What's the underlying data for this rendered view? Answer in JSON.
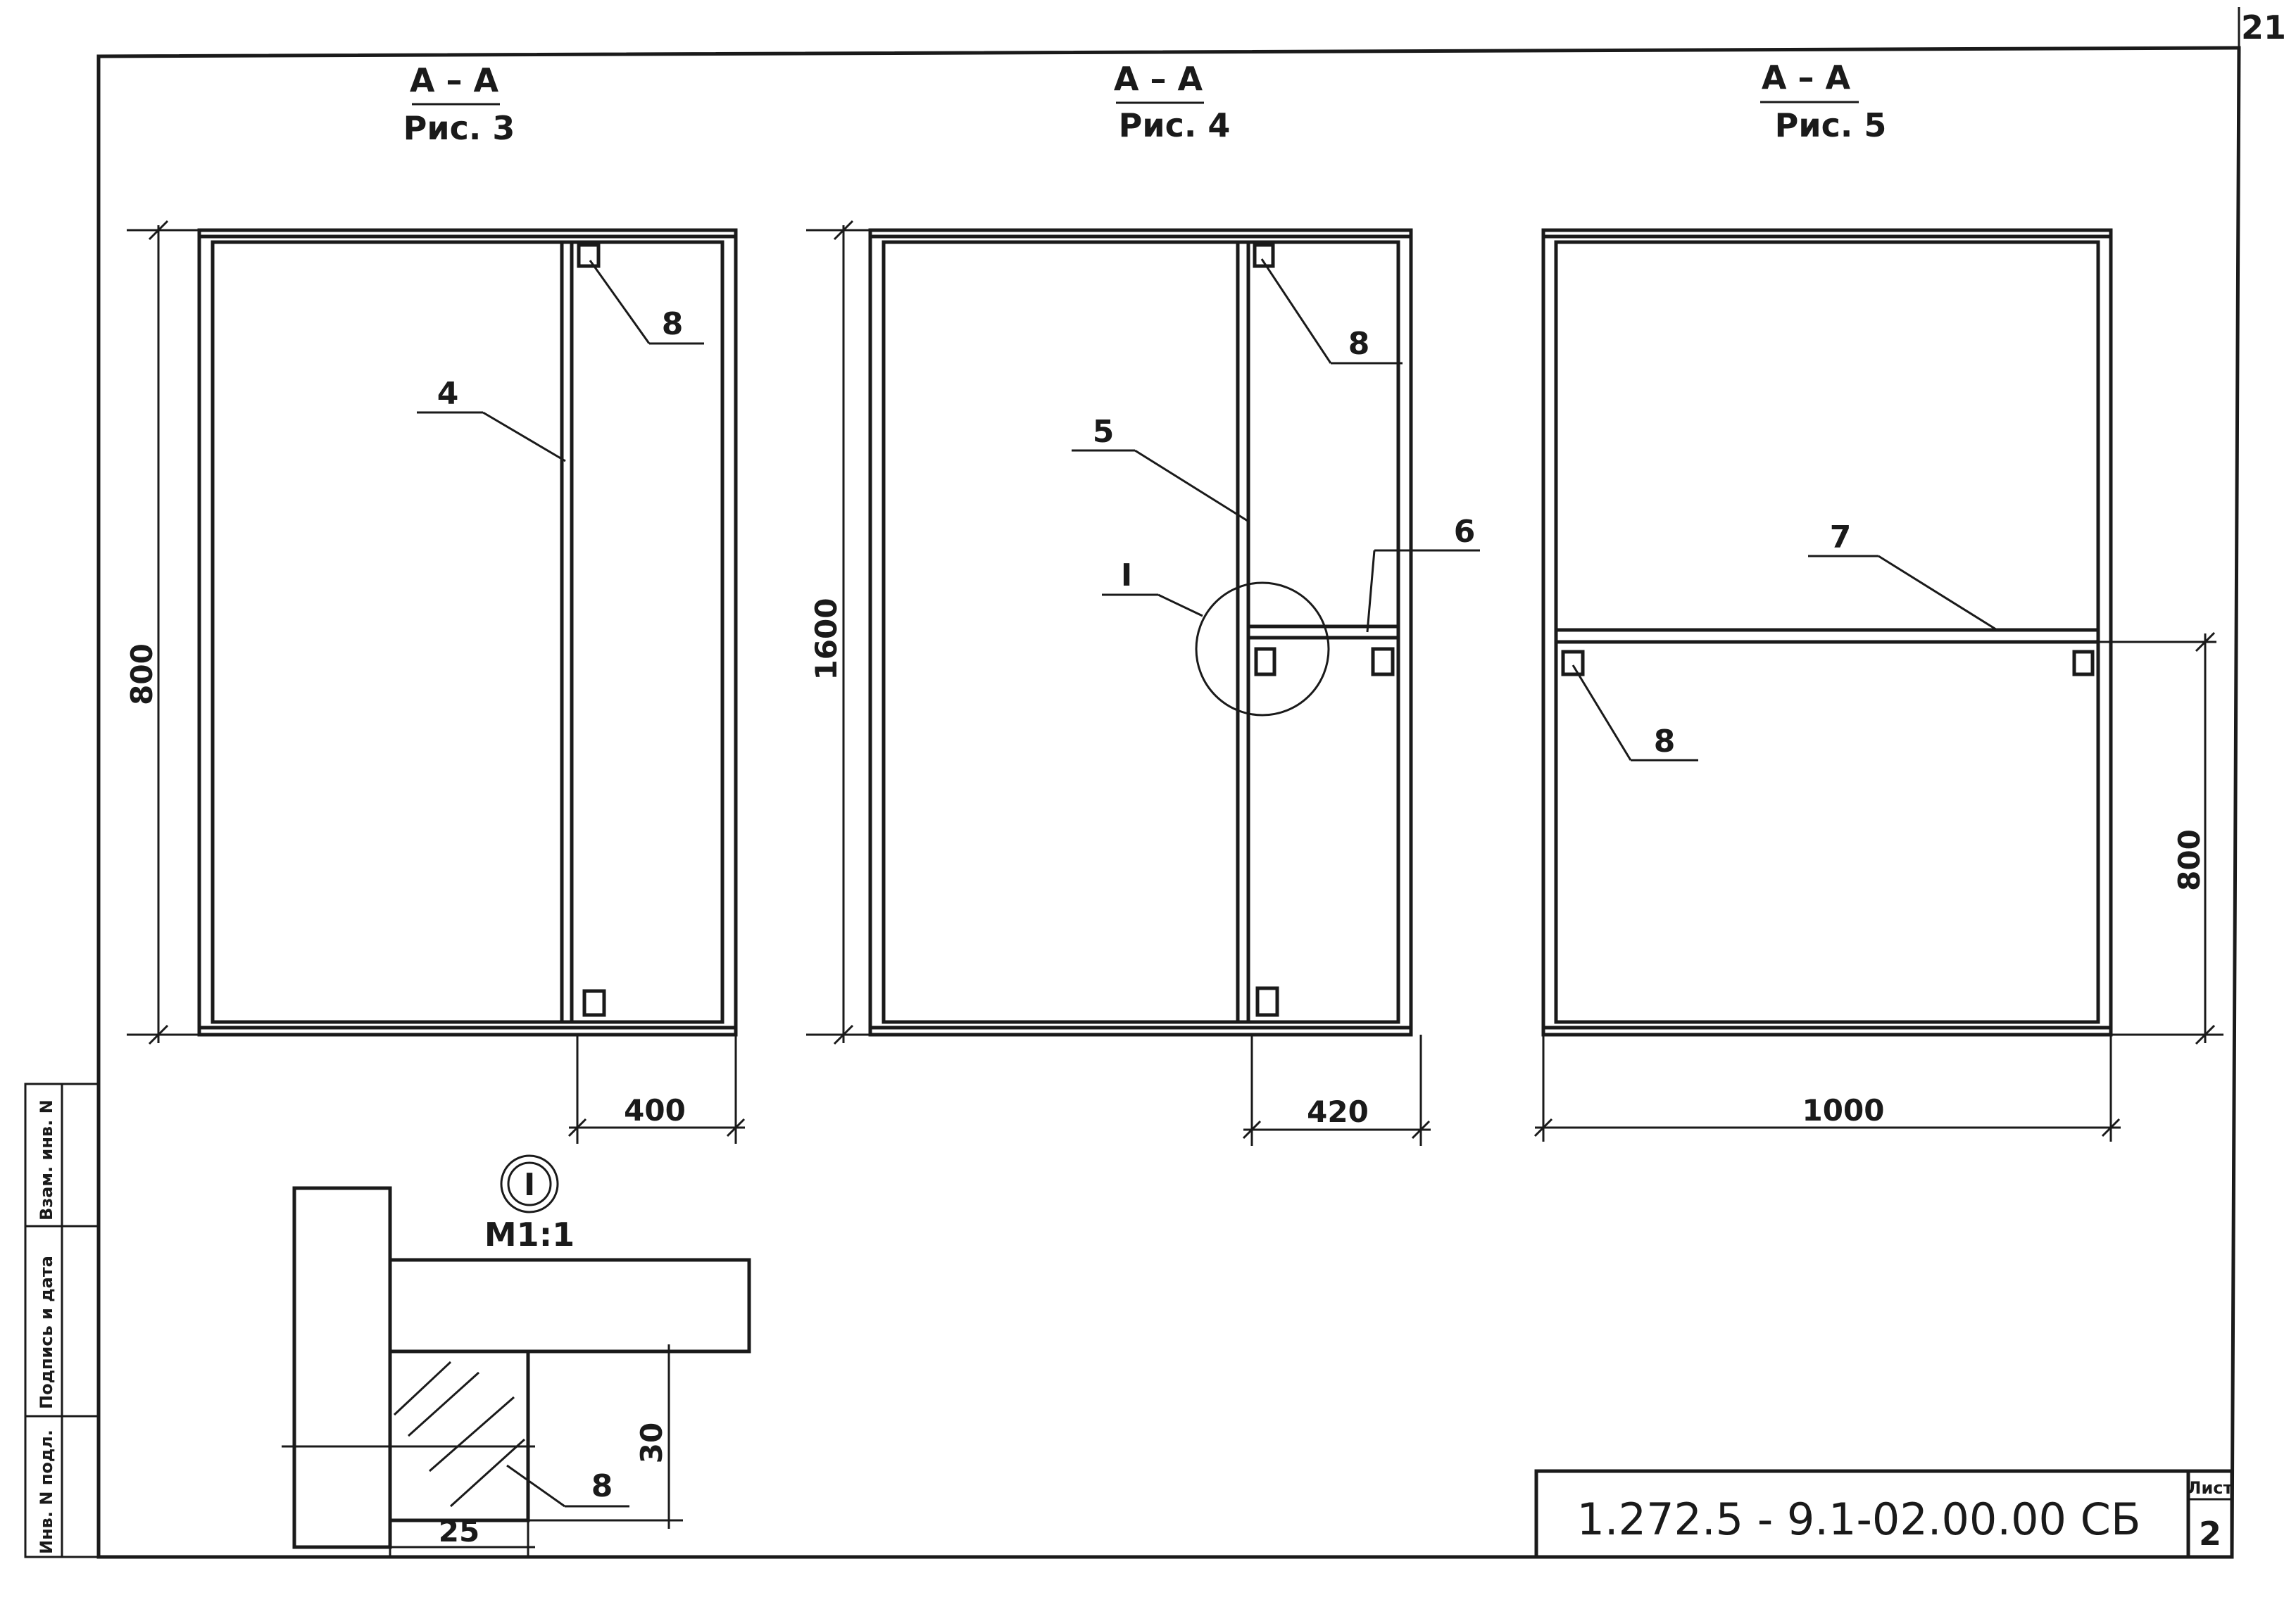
{
  "page_number": "21",
  "sections": [
    {
      "title": "А – А",
      "subtitle": "Рис. 3"
    },
    {
      "title": "А – А",
      "subtitle": "Рис. 4"
    },
    {
      "title": "А – А",
      "subtitle": "Рис. 5"
    }
  ],
  "callouts": {
    "fig3": [
      "4",
      "8"
    ],
    "fig4": [
      "5",
      "6",
      "8",
      "I"
    ],
    "fig5": [
      "7",
      "8"
    ]
  },
  "dimensions": {
    "fig3_height": "800",
    "fig3_width": "400",
    "fig4_height": "1600",
    "fig4_width": "420",
    "fig5_height": "800",
    "fig5_width": "1000"
  },
  "detail": {
    "marker": "I",
    "scale": "М1:1",
    "dim_width": "25",
    "dim_height": "30",
    "callout": "8"
  },
  "side_stamp": [
    "Инв. N подл.",
    "Подпись и дата",
    "Взам. инв. N"
  ],
  "title_block": {
    "code": "1.272.5 - 9.1-02.00.00 СБ",
    "sheet_label": "Лист",
    "sheet_number": "2"
  }
}
